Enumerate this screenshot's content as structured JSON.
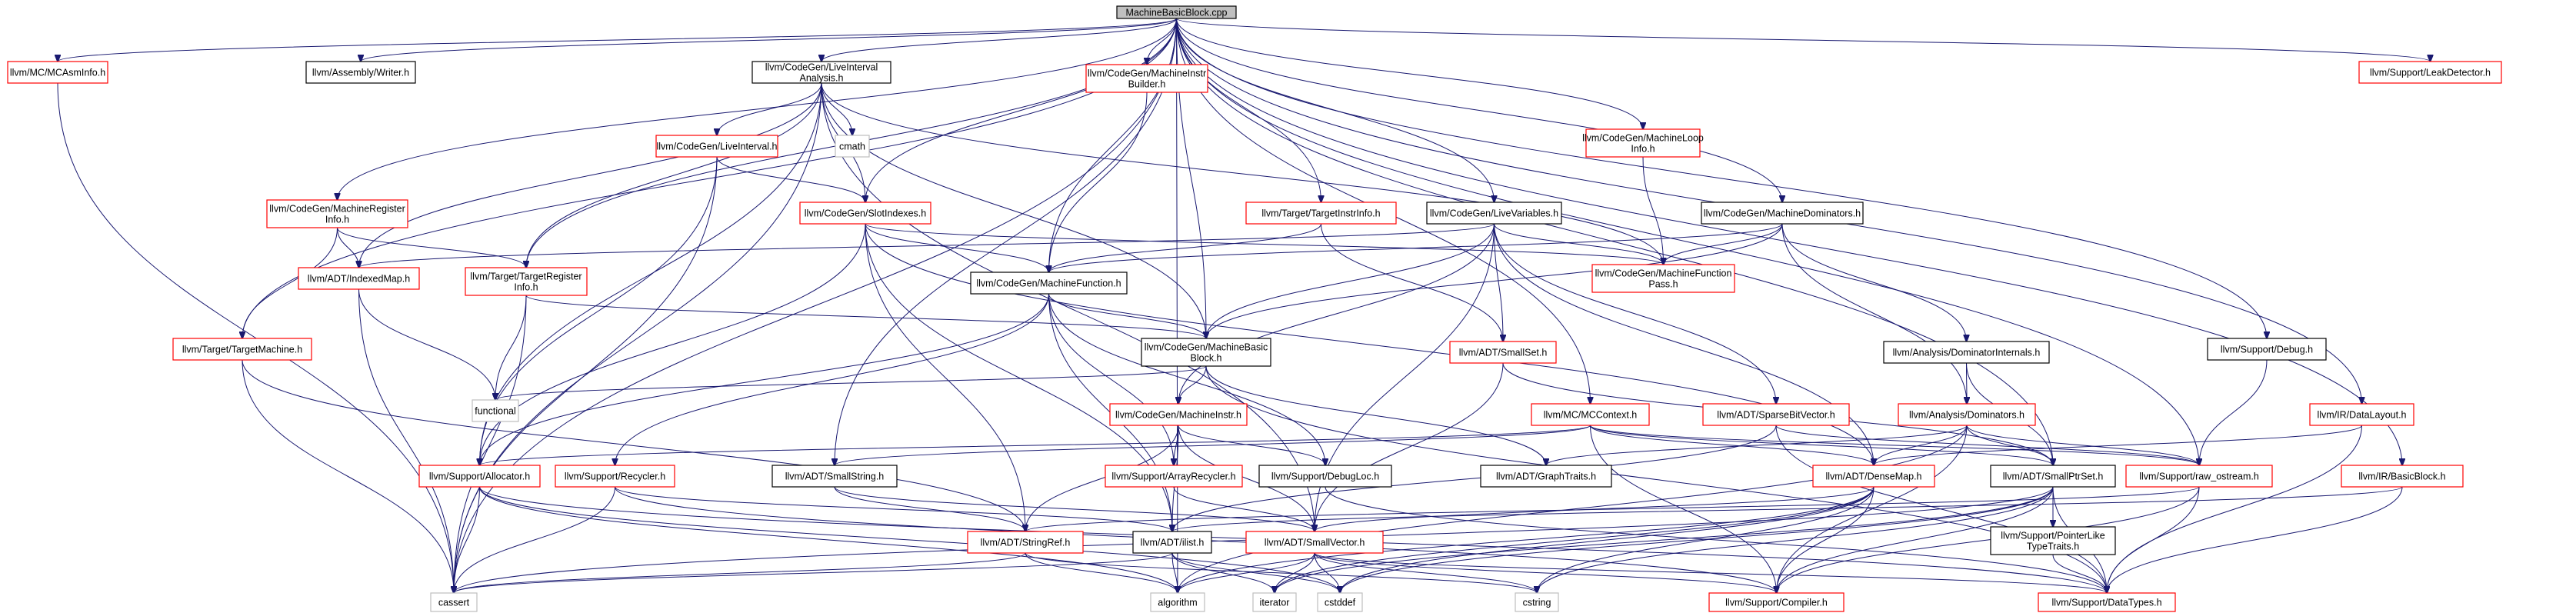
{
  "colors": {
    "edge": "#191970",
    "root_fill": "#bfbfbf",
    "border_red": "#ff0000",
    "border_black": "#000000",
    "border_gray": "#bfbfbf"
  },
  "nodes": {
    "root": "MachineBasicBlock.cpp",
    "mcasminfo": "llvm/MC/MCAsmInfo.h",
    "asmwriter": "llvm/Assembly/Writer.h",
    "liveintervalanalysis": "llvm/CodeGen/LiveInterval\nAnalysis.h",
    "machineinstrbuilder": "llvm/CodeGen/MachineInstr\nBuilder.h",
    "machinelooinfo": "llvm/CodeGen/MachineLoop\nInfo.h",
    "leakdetector": "llvm/Support/LeakDetector.h",
    "machineregisterinfo": "llvm/CodeGen/MachineRegister\nInfo.h",
    "liveinterval": "llvm/CodeGen/LiveInterval.h",
    "cmath": "cmath",
    "slotindexes": "llvm/CodeGen/SlotIndexes.h",
    "targetinstrinfo": "llvm/Target/TargetInstrInfo.h",
    "livevariables": "llvm/CodeGen/LiveVariables.h",
    "machinedominators": "llvm/CodeGen/MachineDominators.h",
    "indexedmap": "llvm/ADT/IndexedMap.h",
    "targetregisterinfo": "llvm/Target/TargetRegister\nInfo.h",
    "machinefunction": "llvm/CodeGen/MachineFunction.h",
    "machinefunctionpass": "llvm/CodeGen/MachineFunction\nPass.h",
    "targetmachine": "llvm/Target/TargetMachine.h",
    "machinebasicblock": "llvm/CodeGen/MachineBasic\nBlock.h",
    "smallset": "llvm/ADT/SmallSet.h",
    "dominatorinternals": "llvm/Analysis/DominatorInternals.h",
    "supportdebug": "llvm/Support/Debug.h",
    "datalayout": "llvm/IR/DataLayout.h",
    "functional": "functional",
    "machineinstr": "llvm/CodeGen/MachineInstr.h",
    "mccontext": "llvm/MC/MCContext.h",
    "sparsebitvector": "llvm/ADT/SparseBitVector.h",
    "dominators": "llvm/Analysis/Dominators.h",
    "allocator": "llvm/Support/Allocator.h",
    "recycler": "llvm/Support/Recycler.h",
    "smallstring": "llvm/ADT/SmallString.h",
    "arrayrecycler": "llvm/Support/ArrayRecycler.h",
    "debugloc": "llvm/Support/DebugLoc.h",
    "graphtraits": "llvm/ADT/GraphTraits.h",
    "densemap": "llvm/ADT/DenseMap.h",
    "smallptrset": "llvm/ADT/SmallPtrSet.h",
    "rawostream": "llvm/Support/raw_ostream.h",
    "basicblock": "llvm/IR/BasicBlock.h",
    "stringref": "llvm/ADT/StringRef.h",
    "ilist": "llvm/ADT/ilist.h",
    "smallvector": "llvm/ADT/SmallVector.h",
    "pointerliketypetraits": "llvm/Support/PointerLike\nTypeTraits.h",
    "cassert": "cassert",
    "algorithm": "algorithm",
    "iterator": "iterator",
    "cstddef": "cstddef",
    "cstring": "cstring",
    "compiler": "llvm/Support/Compiler.h",
    "datatypes": "llvm/Support/DataTypes.h"
  }
}
